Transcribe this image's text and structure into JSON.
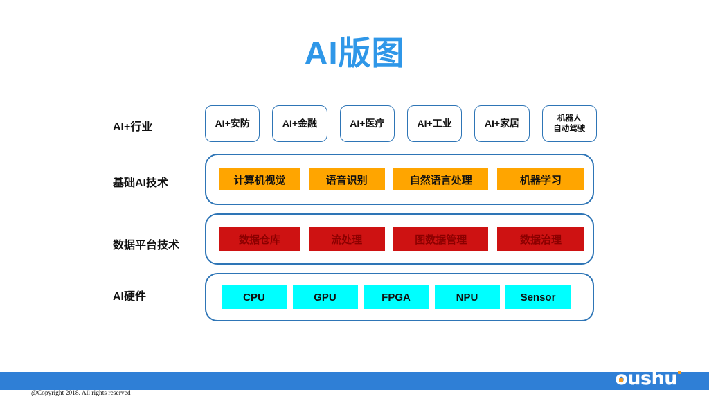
{
  "title": "AI版图",
  "rows": [
    {
      "label": "AI+行业",
      "boxes": [
        {
          "label": "AI+安防"
        },
        {
          "label": "AI+金融"
        },
        {
          "label": "AI+医疗"
        },
        {
          "label": "AI+工业"
        },
        {
          "label": "AI+家居"
        },
        {
          "label": "机器人\n自动驾驶"
        }
      ]
    },
    {
      "label": "基础AI技术",
      "boxes": [
        {
          "label": "计算机视觉"
        },
        {
          "label": "语音识别"
        },
        {
          "label": "自然语言处理"
        },
        {
          "label": "机器学习"
        }
      ]
    },
    {
      "label": "数据平台技术",
      "boxes": [
        {
          "label": "数据仓库"
        },
        {
          "label": "流处理"
        },
        {
          "label": "图数据管理"
        },
        {
          "label": "数据治理"
        }
      ]
    },
    {
      "label": "AI硬件",
      "boxes": [
        {
          "label": "CPU"
        },
        {
          "label": "GPU"
        },
        {
          "label": "FPGA"
        },
        {
          "label": "NPU"
        },
        {
          "label": "Sensor"
        }
      ]
    }
  ],
  "footer": {
    "copyright": "@Copyright 2018. All rights reserved",
    "logo_first": "o",
    "logo_rest": "ushu"
  },
  "colors": {
    "title_blue": "#2F97E8",
    "border_blue": "#2E75B6",
    "orange": "#FFA500",
    "red": "#CE1212",
    "red_text": "#8B0000",
    "cyan": "#00FFFF",
    "footer_bar_blue": "#2F7FD6",
    "logo_accent_orange": "#F59B22"
  }
}
